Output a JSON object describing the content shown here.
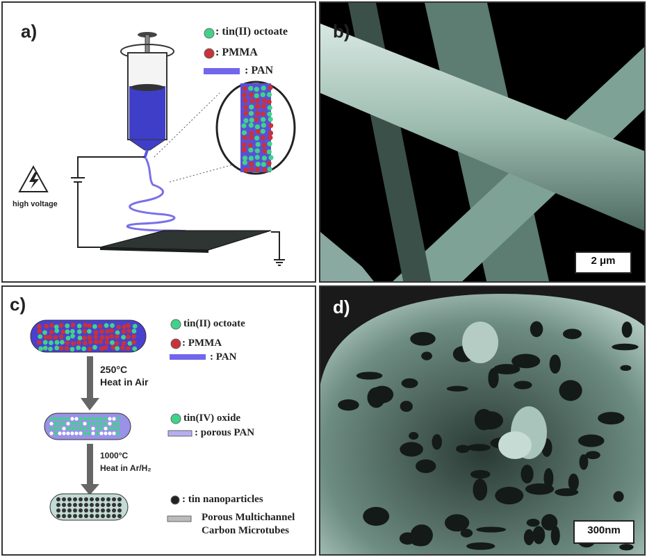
{
  "panel_a": {
    "label": "a)",
    "legend": [
      {
        "icon": "tin-octoate-dot",
        "text": ": tin(II) octoate",
        "color": "#3fd38a"
      },
      {
        "icon": "pmma-dot",
        "text": ": PMMA",
        "color": "#c8323a"
      },
      {
        "icon": "pan-bar",
        "text": ": PAN",
        "color": "#6b63e8"
      }
    ],
    "voltage_label": "high voltage"
  },
  "panel_b": {
    "label": "b)",
    "scale_bar": "2 μm"
  },
  "panel_c": {
    "label": "c)",
    "legend_1": [
      {
        "icon": "tin-octoate-dot",
        "text": "tin(II) octoate"
      },
      {
        "icon": "pmma-dot",
        "text": ": PMMA"
      },
      {
        "icon": "pan-bar",
        "text": ": PAN"
      }
    ],
    "step_1": {
      "line1": "250°C",
      "line2": "Heat in Air"
    },
    "legend_2": [
      {
        "icon": "tin-oxide-dot",
        "text": "tin(IV) oxide"
      },
      {
        "icon": "porous-pan-bar",
        "text": ": porous PAN"
      }
    ],
    "step_2": {
      "line1": "1000°C",
      "line2": "Heat in Ar/H₂"
    },
    "legend_3": [
      {
        "icon": "tin-nanoparticle-dot",
        "text": ": tin nanoparticles"
      },
      {
        "icon": "carbon-tube-bar",
        "text": "Porous Multichannel"
      },
      {
        "icon": "none",
        "text": "Carbon Microtubes"
      }
    ]
  },
  "panel_d": {
    "label": "d)",
    "scale_bar": "300nm"
  }
}
